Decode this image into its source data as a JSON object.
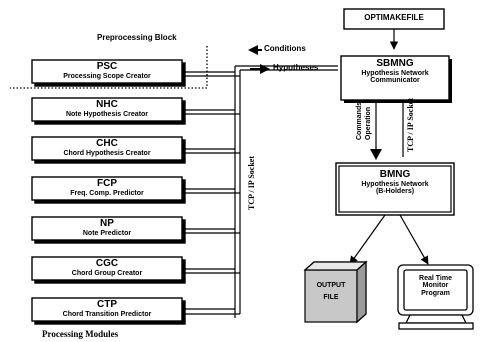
{
  "preprocessing_label": "Preprocessing Block",
  "processing_modules_label": "Processing Modules",
  "modules": [
    {
      "id": "psc",
      "abbr": "PSC",
      "name": "Processing Scope Creator"
    },
    {
      "id": "nhc",
      "abbr": "NHC",
      "name": "Note Hypothesis Creator"
    },
    {
      "id": "chc",
      "abbr": "CHC",
      "name": "Chord Hypothesis Creator"
    },
    {
      "id": "fcp",
      "abbr": "FCP",
      "name": "Freq. Comp. Predictor"
    },
    {
      "id": "np",
      "abbr": "NP",
      "name": "Note Predictor"
    },
    {
      "id": "cgc",
      "abbr": "CGC",
      "name": "Chord Group Creator"
    },
    {
      "id": "ctp",
      "abbr": "CTP",
      "name": "Chord Transition Predictor"
    }
  ],
  "tcp_left": "TCP / IP Socket",
  "conditions": "Conditions",
  "hypotheses": "Hypotheses",
  "optimakefile": "OPTIMAKEFILE",
  "sbmng": {
    "abbr": "SBMNG",
    "line1": "Hypothesis Network",
    "line2": "Communicator"
  },
  "operation_commands": {
    "line1": "Operation",
    "line2": "Commands"
  },
  "tcp_right": "TCP / IP Socket",
  "bmng": {
    "abbr": "BMNG",
    "line1": "Hypothesis Network",
    "line2": "(B-Holders)"
  },
  "output_file": {
    "line1": "OUTPUT",
    "line2": "FILE"
  },
  "monitor": {
    "line1": "Real Time",
    "line2": "Monitor",
    "line3": "Program"
  }
}
